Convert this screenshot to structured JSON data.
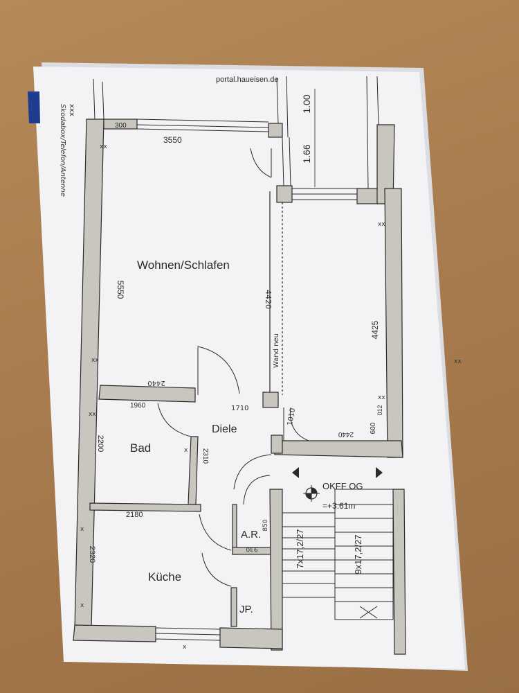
{
  "source": "portal.haueisen.de",
  "margin_note": {
    "line1": "Skodabox/Telefon/Antenne",
    "line2": "xxx"
  },
  "rooms": {
    "living": "Wohnen/Schlafen",
    "hall": "Diele",
    "bath": "Bad",
    "kitchen": "Küche",
    "storage": "A.R.",
    "pantry": "JP."
  },
  "dimensions": {
    "top_300": "300",
    "top_3550": "3550",
    "left_5550": "5550",
    "right_4425": "4425",
    "mid_4420": "4420",
    "wand_neu": "Wand neu",
    "d_2440a": "2440",
    "d_1960": "1960",
    "d_1710": "1710",
    "d_1010": "1010",
    "d_2440b": "2440",
    "d_600": "600",
    "d_012": "012",
    "d_2200": "2200",
    "d_2310": "2310",
    "d_2180": "2180",
    "d_2320": "2320",
    "d_930": "930",
    "d_850": "850",
    "balcony_100": "1.00",
    "balcony_166": "1.66"
  },
  "stairs": {
    "okff": "OKFF  OG",
    "level": "=+3.61m",
    "run_left": "7x17,2/27",
    "run_right": "9x17,2/27"
  },
  "colors": {
    "table_wood": "#a87c4e",
    "paper": "#f4f4f6",
    "wall_fill": "#c9c6c0",
    "line": "#2a2a2a"
  }
}
